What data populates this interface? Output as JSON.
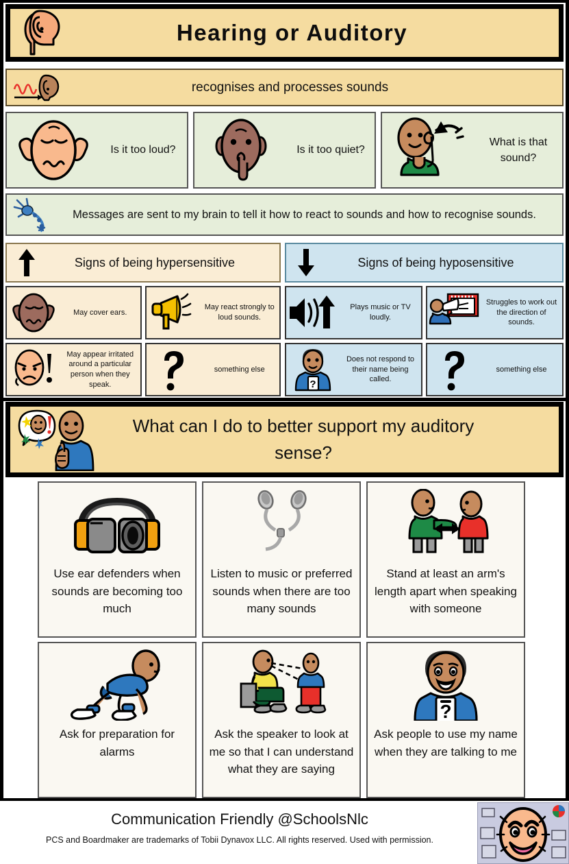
{
  "header": {
    "title": "Hearing or Auditory",
    "icon": "ear-head-icon"
  },
  "subtitle": {
    "text": "recognises and processes sounds",
    "icon": "soundwave-ear-icon"
  },
  "questions": [
    {
      "label": "Is it too loud?",
      "icon": "person-covering-ears-icon"
    },
    {
      "label": "Is it too quiet?",
      "icon": "person-shushing-icon"
    },
    {
      "label": "What is that sound?",
      "icon": "person-listening-icon"
    }
  ],
  "brain_message": {
    "text": "Messages are sent to my brain to tell it how to react to sounds and how to recognise sounds.",
    "icon": "neuron-icon"
  },
  "hypersensitive": {
    "heading": "Signs of being hypersensitive",
    "arrow": "arrow-up-icon",
    "items": [
      {
        "label": "May cover ears.",
        "icon": "person-covering-ears-icon"
      },
      {
        "label": "May react strongly to loud sounds.",
        "icon": "megaphone-icon"
      },
      {
        "label": "May appear irritated around a particular person when they speak.",
        "icon": "annoyed-person-icon"
      },
      {
        "label": "something else",
        "icon": "question-mark-icon"
      }
    ]
  },
  "hyposensitive": {
    "heading": "Signs of being hyposensitive",
    "arrow": "arrow-down-icon",
    "items": [
      {
        "label": "Plays music or TV loudly.",
        "icon": "speaker-loud-icon"
      },
      {
        "label": "Struggles to work out the direction of sounds.",
        "icon": "person-megaphone-board-icon"
      },
      {
        "label": "Does not respond to their name being called.",
        "icon": "person-question-shirt-icon"
      },
      {
        "label": "something else",
        "icon": "question-mark-icon"
      }
    ]
  },
  "support": {
    "heading": "What can I do to better support my auditory sense?",
    "icon": "person-thumbs-up-speech-icon",
    "strategies": [
      {
        "label": "Use ear defenders when sounds are becoming too much",
        "icon": "ear-defenders-icon"
      },
      {
        "label": "Listen to music or preferred sounds when there are too many sounds",
        "icon": "earphones-icon"
      },
      {
        "label": "Stand at least an arm's length apart when speaking with someone",
        "icon": "two-people-distance-icon"
      },
      {
        "label": "Ask for preparation for alarms",
        "icon": "person-crouching-start-icon"
      },
      {
        "label": "Ask the speaker to look at me so that I can understand what they are saying",
        "icon": "person-seated-eye-contact-icon"
      },
      {
        "label": "Ask people to use my name when they are talking to me",
        "icon": "person-question-shirt-icon"
      }
    ]
  },
  "footer": {
    "title": "Communication Friendly @SchoolsNlc",
    "note": "PCS and Boardmaker are trademarks of Tobii Dynavox LLC.  All rights reserved.  Used with permission.",
    "logo": "smiling-face-logo"
  },
  "colors": {
    "header_tan": "#F5DCA0",
    "green_card": "#E6EEDA",
    "hyper_cream": "#FAEDD5",
    "hypo_blue": "#CFE4EF",
    "strategy_card": "#FAF8F2",
    "border_black": "#000000"
  }
}
